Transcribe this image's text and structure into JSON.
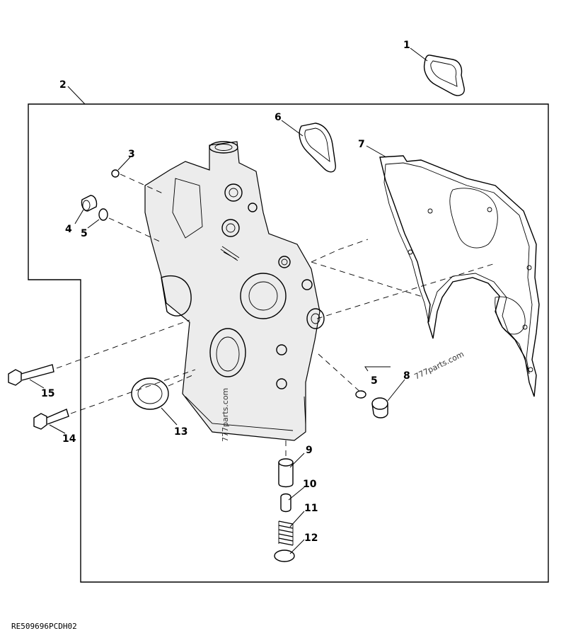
{
  "callouts": {
    "c1": "1",
    "c2": "2",
    "c3": "3",
    "c4": "4",
    "c5a": "5",
    "c5b": "5",
    "c6": "6",
    "c7": "7",
    "c8": "8",
    "c9": "9",
    "c10": "10",
    "c11": "11",
    "c12": "12",
    "c13": "13",
    "c14": "14",
    "c15": "15"
  },
  "watermarks": {
    "right": "777parts.com",
    "center": "777parts.com"
  },
  "drawing_code": "RE509696PCDH02"
}
